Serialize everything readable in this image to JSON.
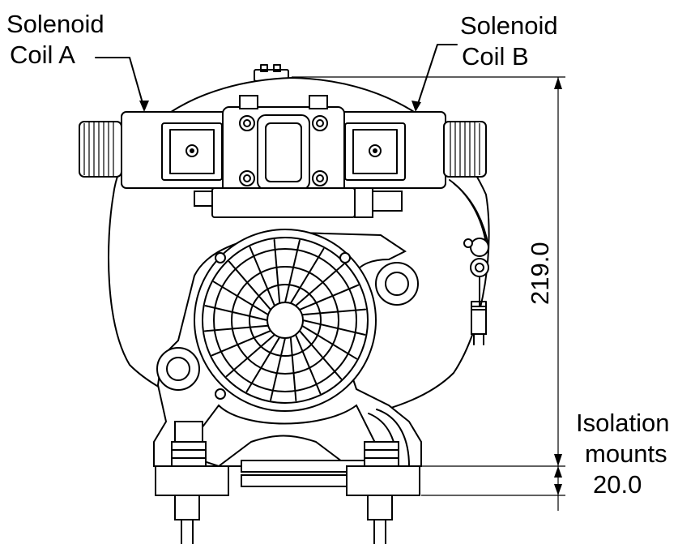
{
  "labels": {
    "coil_a": [
      "Solenoid",
      "Coil A"
    ],
    "coil_b": [
      "Solenoid",
      "Coil B"
    ],
    "height_dimension": "219.0",
    "isolation": [
      "Isolation",
      "mounts",
      "20.0"
    ]
  },
  "colors": {
    "line": "#000000",
    "background": "#ffffff"
  }
}
